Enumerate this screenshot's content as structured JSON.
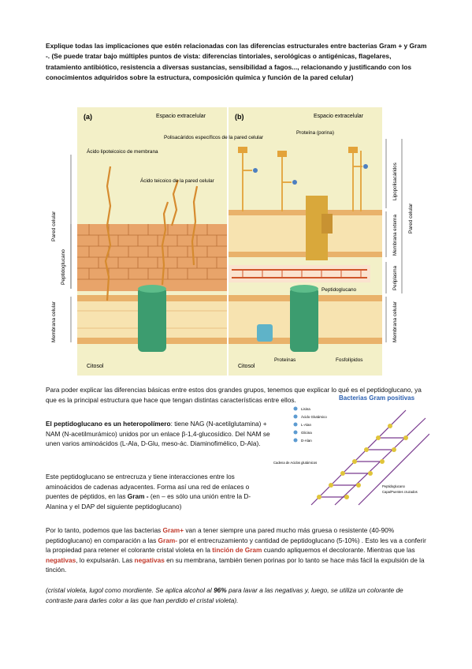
{
  "question": "Explique todas las implicaciones que estén relacionadas con las diferencias estructurales entre bacterias Gram + y Gram -. (Se puede tratar bajo múltiples puntos de vista: diferencias tintoriales, serológicas o antigénicas, flagelares, tratamiento antibiótico, resistencia a diversas sustancias, sensibilidad a fagos..., relacionando y justificando con los conocimientos adquiridos sobre la estructura, composición química y función de la pared celular)",
  "figure": {
    "panel_a": {
      "letter": "(a)",
      "top_label": "Espacio extracelular",
      "labels": {
        "lipoteichoic": "Ácido lipoteicoico de membrana",
        "teichoic": "Ácido teicoico de la pared celular",
        "polysaccharides": "Polisacáridos específicos de la pared celular",
        "cytosol": "Citosol"
      },
      "side": {
        "wall": "Pared celular",
        "peptidoglycan": "Peptidoglucano",
        "membrane": "Membrana celular"
      }
    },
    "panel_b": {
      "letter": "(b)",
      "top_label": "Espacio extracelular",
      "labels": {
        "porin": "Proteína (porina)",
        "peptidoglycan": "Peptidoglucano",
        "proteins": "Proteínas",
        "phospholipids": "Fosfolípidos",
        "cytosol": "Citosol"
      },
      "side": {
        "lps": "Lipopolisacáridos",
        "outer_membrane": "Membrana externa",
        "periplasm": "Periplasma",
        "wall": "Pared celular",
        "membrane": "Membrana celular"
      }
    }
  },
  "inset": {
    "title": "Bacterias Gram positivas",
    "legend": [
      "Lisina",
      "Ácido Glutámico",
      "L-Alan",
      "Glicina",
      "D-Alan"
    ],
    "note1": "Peptidoglucano",
    "note2": "Capa/Puentes cruzados",
    "label_left": "Cadena de Acidos glutámicos"
  },
  "paragraphs": {
    "p1": "Para poder explicar las diferencias básicas entre estos dos grandes grupos, tenemos que explicar lo qué es el peptidoglucano, ya que es la principal estructura que hace que tengan distintas características entre ellos.",
    "p2_bold": "El peptidoglucano es un heteropolímero",
    "p2_rest": ": tiene NAG (N-acetilglutamina) + NAM (N-acetilmurámico) unidos por un enlace β-1,4-glucosídico. Del NAM se unen varios aminoácidos (L-Ala, D-Glu, meso-ác. Diaminofimélico, D-Ala).",
    "p3_a": "Este peptidoglucano se entrecruza y tiene interacciones entre los aminoácidos de cadenas adyacentes. Forma así una red de enlaces o puentes de péptidos, en las ",
    "p3_gram": "Gram -",
    "p3_b": " (en – es sólo una unión entre la D-Alanina y el DAP del siguiente peptidoglucano)",
    "p4_a": "Por lo tanto, podemos que las bacterias ",
    "p4_gram_pos": "Gram+",
    "p4_b": " van a tener siempre una pared mucho más gruesa o resistente (40-90% peptidoglucano) en comparación a las ",
    "p4_gram_neg": "Gram-",
    "p4_c": " por el entrecruzamiento y cantidad de peptidoglucano (5-10%) . Esto les va a conferir la propiedad para retener el colorante cristal violeta en la ",
    "p4_tincion": "tinción de Gram",
    "p4_d": " cuando apliquemos el decolorante. Mientras que las ",
    "p4_neg": "negativas",
    "p4_e": ", lo expulsarán. Las ",
    "p4_neg2": "negativas",
    "p4_f": " en su membrana, también tienen porinas por lo tanto se hace más fácil la expulsión de la tinción.",
    "p5_a": "(cristal violeta, lugol como mordiente. Se aplica alcohol al ",
    "p5_pct": "96%",
    "p5_b": " para lavar a las negativas y, luego, se utiliza un colorante de contraste para darles color a las que han perdido el cristal violeta)",
    "p5_c": "."
  }
}
